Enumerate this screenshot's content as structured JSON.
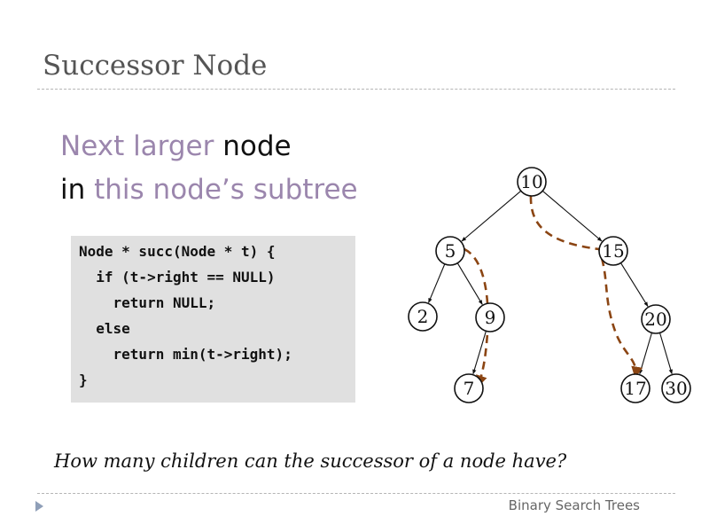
{
  "slide": {
    "title": "Successor Node",
    "headline": [
      [
        {
          "text": "Next larger",
          "accent": true
        },
        {
          "text": " node",
          "accent": false
        }
      ],
      [
        {
          "text": "in ",
          "accent": false
        },
        {
          "text": "this node’s subtree",
          "accent": true
        }
      ]
    ],
    "code_lines": [
      "Node * succ(Node * t) {",
      "  if (t->right == NULL)",
      "    return NULL;",
      "  else",
      "    return min(t->right);",
      "}"
    ],
    "question": "How many children can the successor of a node have?",
    "footer_label": "Binary Search Trees"
  },
  "colors": {
    "accent": "#9b86ad",
    "path_arrow": "#8b4513",
    "code_background": "#e0e0e0"
  },
  "icons": {
    "nav": "triangle-right-icon"
  },
  "tree": {
    "nodes": [
      {
        "id": "n10",
        "label": "10"
      },
      {
        "id": "n5",
        "label": "5"
      },
      {
        "id": "n15",
        "label": "15"
      },
      {
        "id": "n2",
        "label": "2"
      },
      {
        "id": "n9",
        "label": "9"
      },
      {
        "id": "n20",
        "label": "20"
      },
      {
        "id": "n7",
        "label": "7"
      },
      {
        "id": "n17",
        "label": "17"
      },
      {
        "id": "n30",
        "label": "30"
      }
    ],
    "edges": [
      [
        "n10",
        "n5"
      ],
      [
        "n10",
        "n15"
      ],
      [
        "n5",
        "n2"
      ],
      [
        "n5",
        "n9"
      ],
      [
        "n9",
        "n7"
      ],
      [
        "n15",
        "n20"
      ],
      [
        "n20",
        "n17"
      ],
      [
        "n20",
        "n30"
      ]
    ],
    "successor_paths": [
      [
        "n5",
        "n9",
        "n7"
      ],
      [
        "n10",
        "n15",
        "n17"
      ]
    ]
  }
}
